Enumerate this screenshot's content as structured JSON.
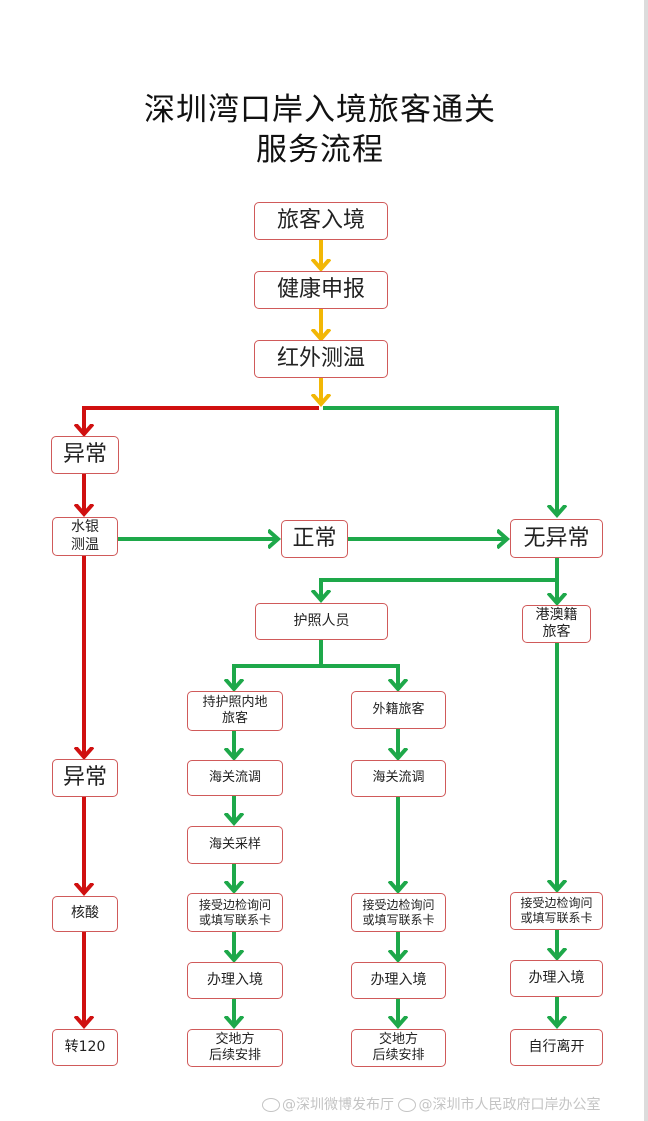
{
  "title": {
    "line1": "深圳湾口岸入境旅客通关",
    "line2": "服务流程"
  },
  "nodes": {
    "entry": "旅客入境",
    "health_declaration": "健康申报",
    "infrared_temp": "红外测温",
    "abnormal_1": "异常",
    "mercury_temp": "水银\n测温",
    "normal": "正常",
    "no_abnormal": "无异常",
    "passport_holders": "护照人员",
    "hk_macau_travelers": "港澳籍\n旅客",
    "mainland_passport": "持护照内地\n旅客",
    "foreign_travelers": "外籍旅客",
    "customs_survey_a": "海关流调",
    "customs_survey_b": "海关流调",
    "customs_sampling": "海关采样",
    "abnormal_2": "异常",
    "nucleic_acid": "核酸",
    "border_inquiry_a": "接受边检询问\n或填写联系卡",
    "border_inquiry_b": "接受边检询问\n或填写联系卡",
    "border_inquiry_c": "接受边检询问\n或填写联系卡",
    "entry_proc_a": "办理入境",
    "entry_proc_b": "办理入境",
    "entry_proc_c": "办理入境",
    "transfer_120": "转120",
    "local_handover_a": "交地方\n后续安排",
    "local_handover_b": "交地方\n后续安排",
    "leave_freely": "自行离开"
  },
  "colors": {
    "box_border": "#d05a5a",
    "arrow_yellow": "#f2b705",
    "arrow_red": "#d01010",
    "arrow_green": "#1ea84a"
  },
  "watermark": {
    "source1": "@深圳微博发布厅",
    "source2": "@深圳市人民政府口岸办公室"
  }
}
